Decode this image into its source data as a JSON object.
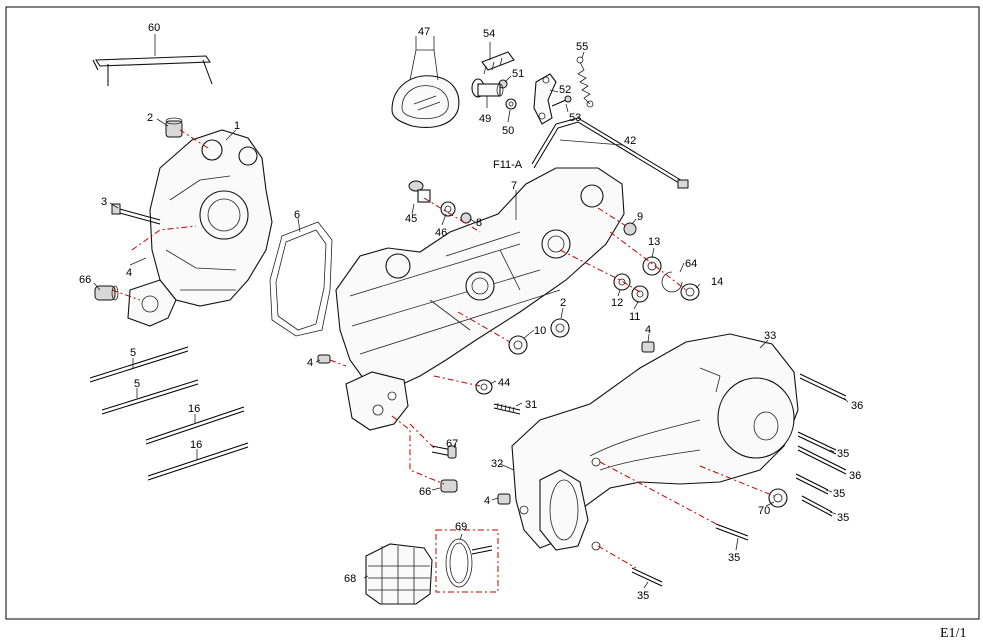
{
  "page_code": "E1/1",
  "callouts": {
    "c1": "1",
    "c2a": "2",
    "c2b": "2",
    "c3": "3",
    "c4a": "4",
    "c4b": "4",
    "c4c": "4",
    "c4d": "4",
    "c5a": "5",
    "c5b": "5",
    "c6": "6",
    "c7": "7",
    "c8": "8",
    "c9": "9",
    "c10": "10",
    "c11": "11",
    "c12": "12",
    "c13": "13",
    "c14": "14",
    "c16a": "16",
    "c16b": "16",
    "c31": "31",
    "c32": "32",
    "c33": "33",
    "c35a": "35",
    "c35b": "35",
    "c35c": "35",
    "c35d": "35",
    "c35e": "35",
    "c36a": "36",
    "c36b": "36",
    "c42": "42",
    "c44": "44",
    "c45": "45",
    "c46": "46",
    "c47": "47",
    "c49": "49",
    "c50": "50",
    "c51": "51",
    "c52": "52",
    "c53": "53",
    "c54": "54",
    "c55": "55",
    "c60": "60",
    "c64": "64",
    "c66a": "66",
    "c66b": "66",
    "c67": "67",
    "c68": "68",
    "c69": "69",
    "c70": "70",
    "f11": "F11-A"
  },
  "colors": {
    "line": "#000000",
    "centerline": "#c00000",
    "background": "#ffffff"
  }
}
